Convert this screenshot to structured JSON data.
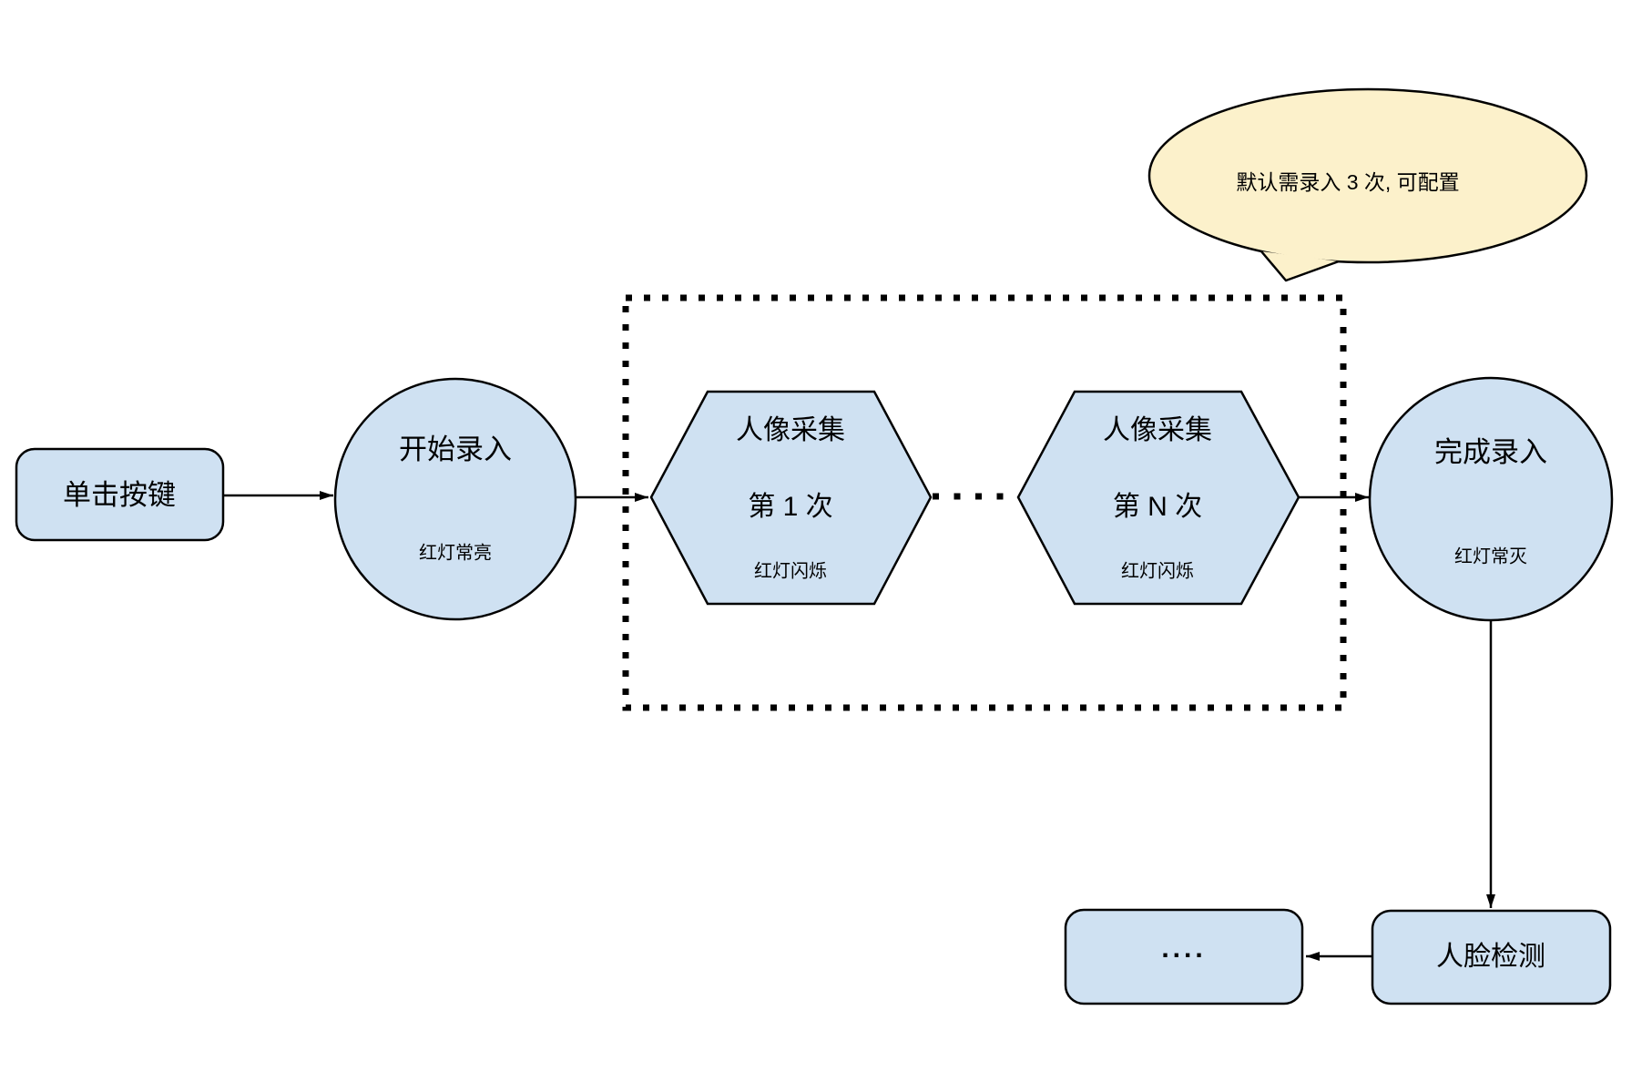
{
  "callout": {
    "text": "默认需录入 3 次, 可配置"
  },
  "nodes": {
    "click_button": {
      "label": "单击按键"
    },
    "start": {
      "label": "开始录入",
      "sublabel": "红灯常亮"
    },
    "capture_1": {
      "line1": "人像采集",
      "line2": "第 1 次",
      "sublabel": "红灯闪烁"
    },
    "capture_n": {
      "line1": "人像采集",
      "line2": "第 N 次",
      "sublabel": "红灯闪烁"
    },
    "finish": {
      "label": "完成录入",
      "sublabel": "红灯常灭"
    },
    "more": {
      "label": "...."
    },
    "face_detect": {
      "label": "人脸检测"
    }
  },
  "colors": {
    "node_fill": "#cfe1f2",
    "callout_fill": "#fcf1cb",
    "stroke": "#000000",
    "background": "#ffffff"
  }
}
